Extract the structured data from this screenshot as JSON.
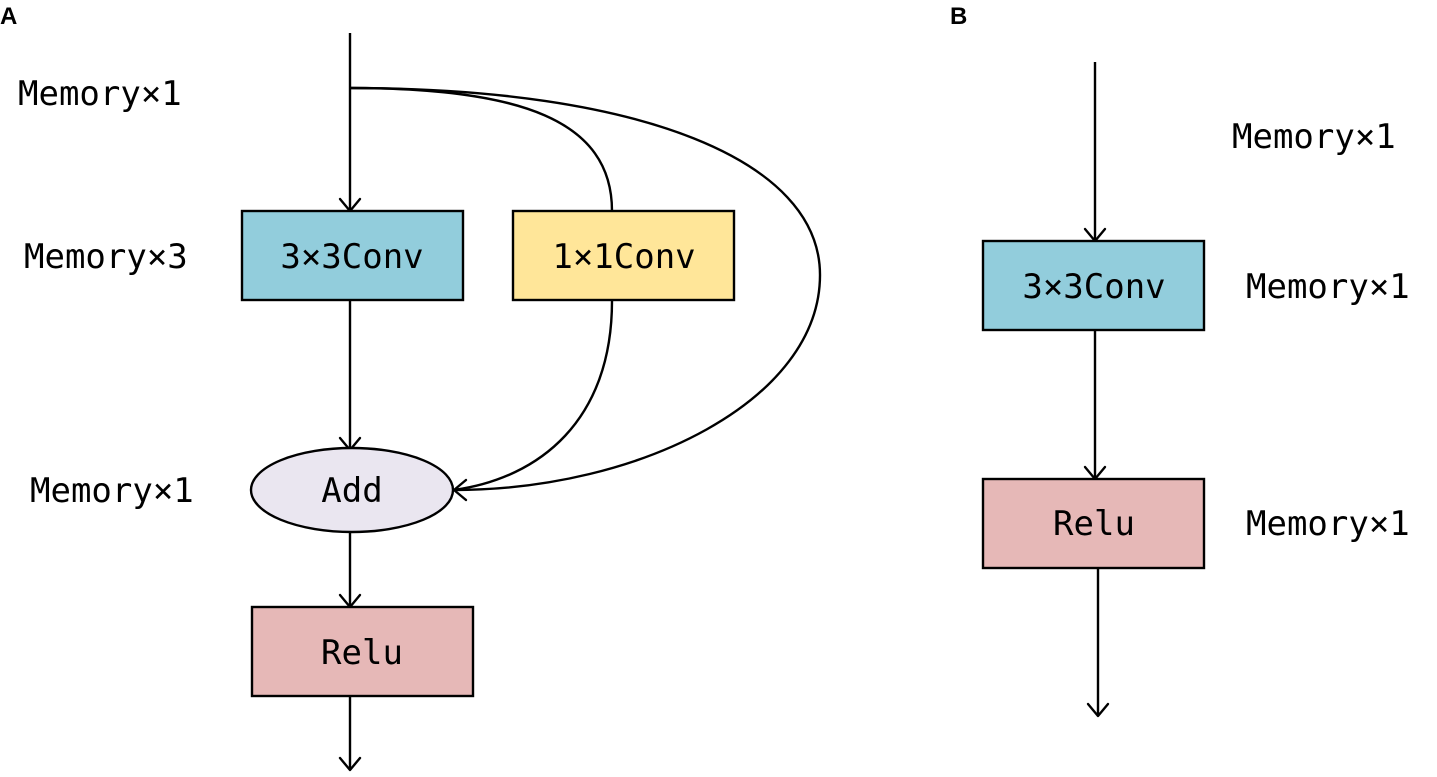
{
  "panels": {
    "a": {
      "letter": "A",
      "labels": {
        "input_memory": "Memory×1",
        "conv_memory": "Memory×3",
        "add_memory": "Memory×1"
      },
      "nodes": {
        "conv3x3": "3×3Conv",
        "conv1x1": "1×1Conv",
        "add": "Add",
        "relu": "Relu"
      }
    },
    "b": {
      "letter": "B",
      "labels": {
        "input_memory": "Memory×1",
        "conv_memory": "Memory×1",
        "relu_memory": "Memory×1"
      },
      "nodes": {
        "conv3x3": "3×3Conv",
        "relu": "Relu"
      }
    }
  },
  "colors": {
    "conv3x3_fill": "#92CDDC",
    "conv1x1_fill": "#FFE699",
    "add_fill": "#EAE6F0",
    "relu_fill": "#E6B8B7",
    "line": "#000000"
  }
}
